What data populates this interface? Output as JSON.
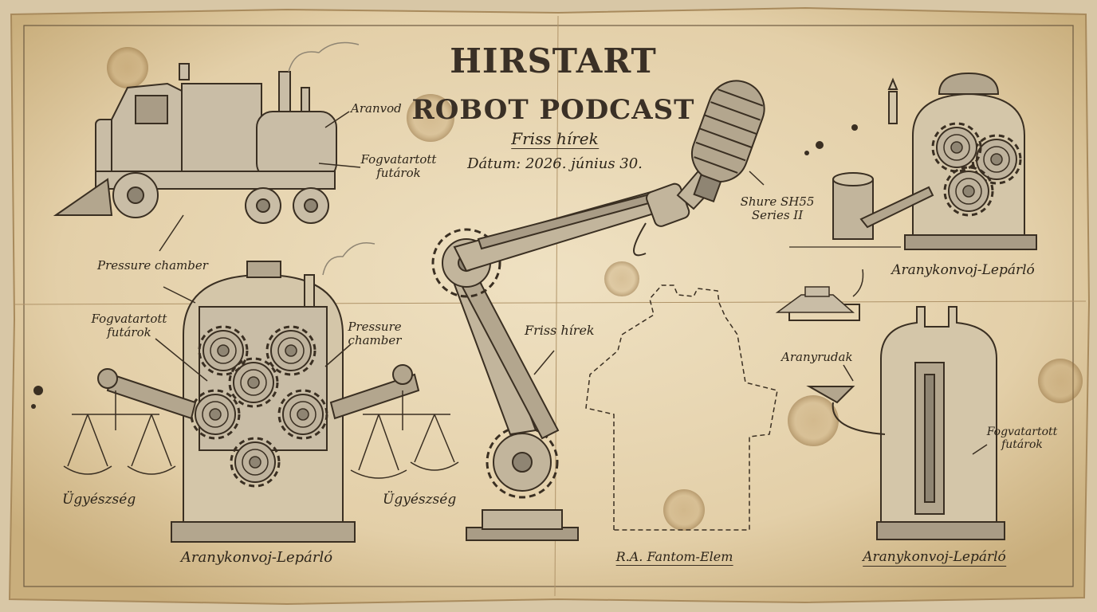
{
  "header": {
    "title": "HIRSTART",
    "subtitle": "ROBOT PODCAST",
    "tagline": "Friss hírek",
    "date": "Dátum: 2026. június 30."
  },
  "truck": {
    "label_top": "Aranvod",
    "label_side": "Fogvatartott futárok"
  },
  "press": {
    "label_pressure_left": "Pressure chamber",
    "label_prisoners": "Fogvatartott futárok",
    "label_pressure_right": "Pressure chamber",
    "label_scale_left": "Ügyészség",
    "label_scale_right": "Ügyészség",
    "caption": "Aranykonvoj-Lepárló"
  },
  "robot": {
    "label_arm": "Friss hírek",
    "label_mic": "Shure SH55 Series II",
    "phantom_caption": "R.A. Fantom-Elem"
  },
  "still_top": {
    "caption": "Aranykonvoj-Lepárló"
  },
  "still_bottom": {
    "label_gold": "Aranyrudak",
    "label_prisoners": "Fogvatartott futárok",
    "caption": "Aranykonvoj-Lepárló"
  },
  "colors": {
    "paper": "#e6d5b3",
    "ink": "#3a2f22",
    "stain": "#b08a52"
  }
}
